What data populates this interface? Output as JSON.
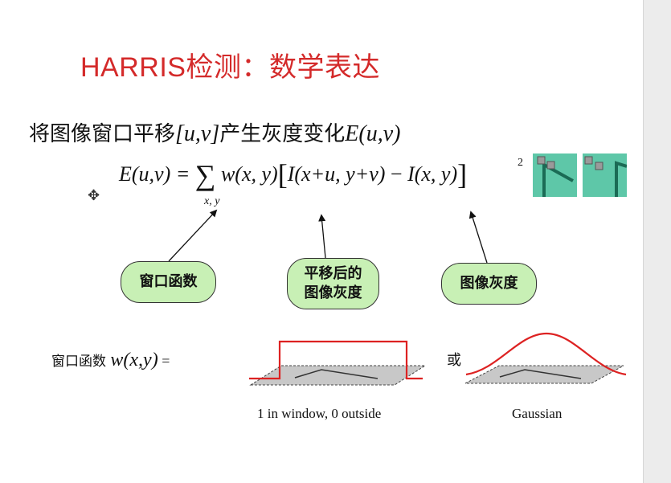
{
  "slide": {
    "title": "HARRIS检测：数学表达",
    "subtitle_text": "将图像窗口平移",
    "subtitle_var": "[u,v]",
    "subtitle_text2": "产生灰度变化",
    "subtitle_expr": "E(u,v)"
  },
  "formula": {
    "lhs": "E(u,v) = ",
    "sum_symbol": "∑",
    "sum_subscript": "x, y",
    "window_term": "w(x, y)",
    "shifted_term": "I(x+u, y+v)",
    "minus": " − ",
    "intensity_term": "I(x, y)",
    "exponent": "2"
  },
  "callouts": {
    "window_function": "窗口函数",
    "shifted_intensity_line1": "平移后的",
    "shifted_intensity_line2": "图像灰度",
    "intensity": "图像灰度"
  },
  "window_def": {
    "label": "窗口函数",
    "expr": "w(x,y)",
    "equals": " =",
    "or": "或",
    "caption_box": "1 in window, 0 outside",
    "caption_gauss": "Gaussian"
  },
  "colors": {
    "title": "#d42a2a",
    "bubble_fill": "#c8f0b5",
    "curve": "#dd2222",
    "thumb_bg": "#5ec7a8",
    "thumb_line": "#1b6b55"
  }
}
